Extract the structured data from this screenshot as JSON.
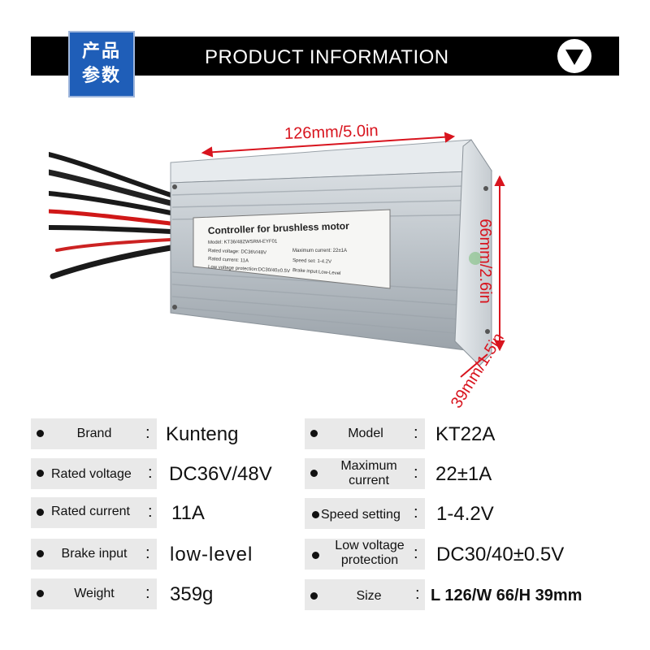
{
  "header": {
    "badge_line1": "产品",
    "badge_line2": "参数",
    "title": "PRODUCT INFORMATION",
    "icon": "chevron-down-icon"
  },
  "product": {
    "dim_length": "126mm/5.0in",
    "dim_height": "66mm/2.6in",
    "dim_depth": "39mm/1.5in",
    "label": {
      "title": "Controller for brushless motor",
      "model": "Model:   KT36/48ZWSRM-EYF01",
      "rated_voltage": "Rated voltage:   DC36V/48V",
      "rated_current": "Rated current:   11A",
      "low_voltage": "Low voltage protection:DC30/40±0.5V",
      "maximum_current": "Maximum current:   22±1A",
      "speed_set": "Speed set:   1-4.2V",
      "brake_input": "Brake input:Low-Level"
    }
  },
  "specs": {
    "left": [
      {
        "label": "Brand",
        "value": "Kunteng"
      },
      {
        "label": "Rated voltage",
        "value": "DC36V/48V"
      },
      {
        "label": "Rated current",
        "value": "11A"
      },
      {
        "label": "Brake input",
        "value": "low-level"
      },
      {
        "label": "Weight",
        "value": "359g"
      }
    ],
    "right": [
      {
        "label": "Model",
        "value": "KT22A"
      },
      {
        "label": "Maximum current",
        "value": "22±1A"
      },
      {
        "label": "Speed setting",
        "value": "1-4.2V"
      },
      {
        "label": "Low voltage protection",
        "value": "DC30/40±0.5V"
      },
      {
        "label": "Size",
        "value": "L 126/W 66/H 39mm"
      }
    ],
    "colon": ":"
  }
}
